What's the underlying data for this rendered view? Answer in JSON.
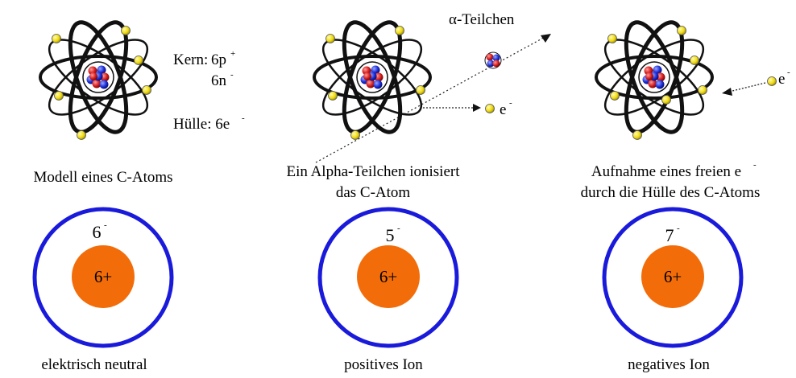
{
  "panel1": {
    "kern_label": "Kern:",
    "kern_p": "6p",
    "kern_p_sup": "+",
    "kern_n": "6n",
    "kern_n_sup": "-",
    "huelle_label": "Hülle: 6e",
    "huelle_sup": "-",
    "caption": "Modell eines C-Atoms",
    "ion_electrons": "6",
    "ion_electrons_sup": "-",
    "ion_nucleus": "6+",
    "ion_caption": "elektrisch neutral"
  },
  "panel2": {
    "alpha_label": "α-Teilchen",
    "electron_label": "e",
    "electron_sup": "-",
    "caption_line1": "Ein Alpha-Teilchen ionisiert",
    "caption_line2": "das C-Atom",
    "ion_electrons": "5",
    "ion_electrons_sup": "-",
    "ion_nucleus": "6+",
    "ion_caption": "positives Ion"
  },
  "panel3": {
    "electron_label": "e",
    "electron_sup": "-",
    "caption_line1": "Aufnahme eines freien e",
    "caption_line1_sup": "-",
    "caption_line2": "durch die Hülle des C-Atoms",
    "ion_electrons": "7",
    "ion_electrons_sup": "-",
    "ion_nucleus": "6+",
    "ion_caption": "negatives Ion"
  },
  "colors": {
    "shell": "#1a1adb",
    "nucleus": "#f26d0a",
    "electron": "#f5e61a",
    "proton": "#d81e1e",
    "neutron": "#1e2fd8"
  }
}
